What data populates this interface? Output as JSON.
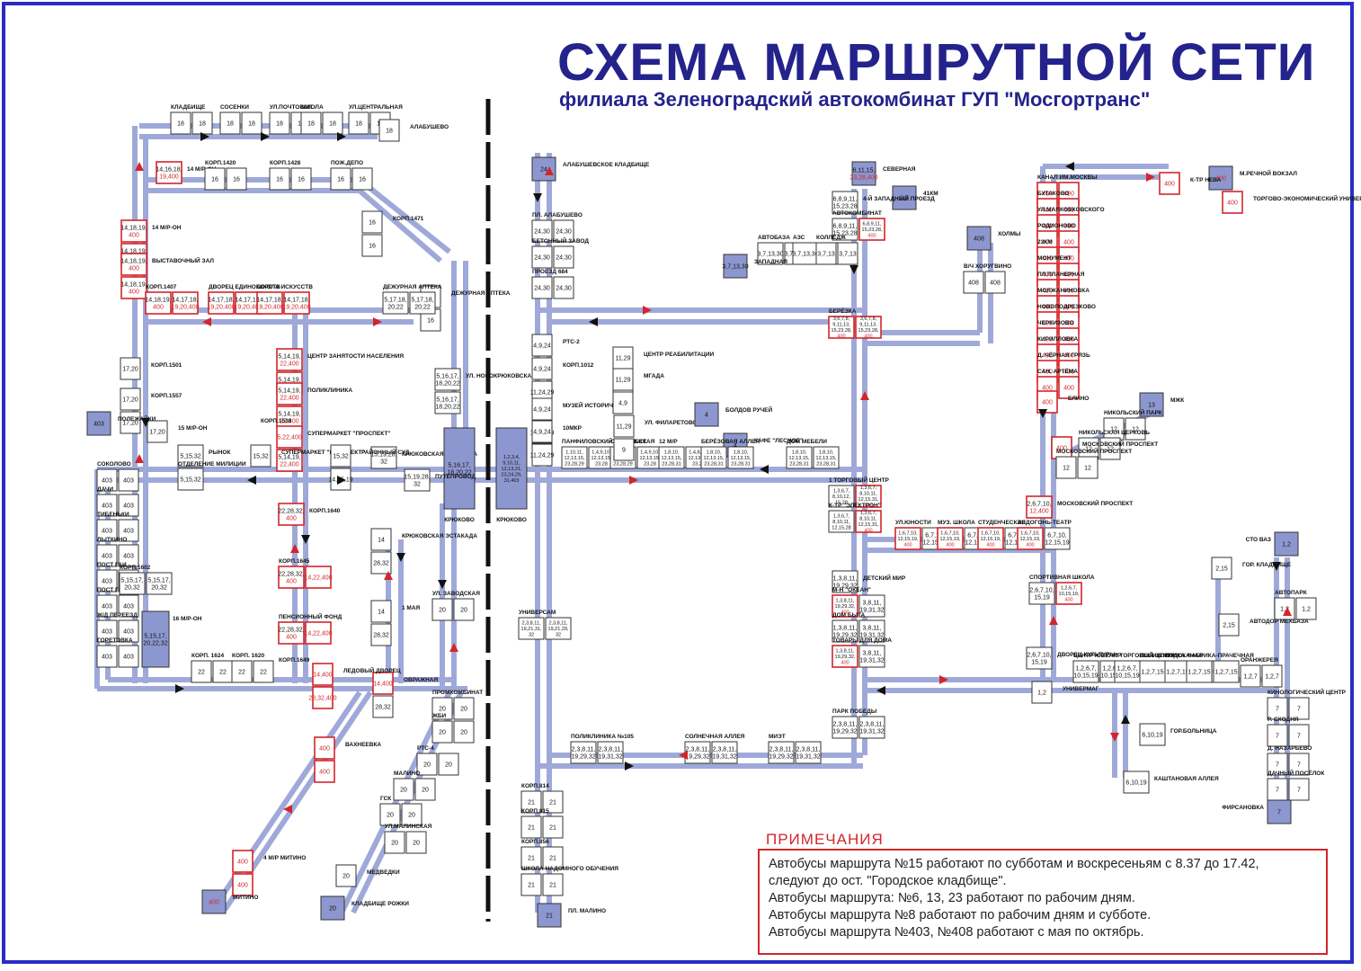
{
  "header": {
    "title": "СХЕМА МАРШРУТНОЙ СЕТИ",
    "subtitle": "филиала Зеленоградский автокомбинат ГУП \"Мосгортранс\""
  },
  "colors": {
    "route": "#9fa9d9",
    "accent": "#d2262b",
    "terminal": "#8d97cf",
    "text": "#24238c"
  },
  "stops": [
    {
      "name": "КЛАДБИЩЕ",
      "routes": [
        "18",
        "18"
      ]
    },
    {
      "name": "СОСЕНКИ",
      "routes": [
        "18",
        "18"
      ]
    },
    {
      "name": "УЛ.ПОЧТОВАЯ",
      "routes": [
        "18",
        "18"
      ]
    },
    {
      "name": "ШКОЛА",
      "routes": [
        "18",
        "18"
      ]
    },
    {
      "name": "УЛ.ЦЕНТРАЛЬНАЯ",
      "routes": [
        "18",
        "18"
      ]
    },
    {
      "name": "АЛАБУШЕВО",
      "routes": [
        "18"
      ],
      "terminal": true
    },
    {
      "name": "14 М/Р-ОН",
      "routes": [
        "14,16,18,19,400"
      ],
      "terminal": true
    },
    {
      "name": "КОРП.1420",
      "routes": [
        "16",
        "16"
      ]
    },
    {
      "name": "КОРП.1428",
      "routes": [
        "16",
        "16"
      ]
    },
    {
      "name": "ПОЖ.ДЕПО",
      "routes": [
        "16",
        "16"
      ]
    },
    {
      "name": "КОРП.1471",
      "routes": [
        "16",
        "16"
      ]
    },
    {
      "name": "14 М/Р-ОН",
      "routes": [
        "14,18,19,400",
        "14,18,19,400"
      ]
    },
    {
      "name": "ВЫСТАВОЧНЫЙ ЗАЛ",
      "routes": [
        "14,18,19,400",
        "14,18,19,400"
      ]
    },
    {
      "name": "ДЕЖУРНАЯ АПТЕКА",
      "routes": [
        "16",
        "16"
      ]
    },
    {
      "name": "КОРП.1407",
      "routes": [
        "14,18,19,400",
        "14,17,18,19,20,400"
      ]
    },
    {
      "name": "ДВОРЕЦ ЕДИНОБОРСТВ",
      "routes": [
        "14,17,18,19,20,400",
        "14,17,18,19,20,400"
      ]
    },
    {
      "name": "ШКОЛА ИСКУССТВ",
      "routes": [
        "14,17,18,19,20,400",
        "14,17,18,19,20,400"
      ]
    },
    {
      "name": "ДЕЖУРНАЯ АПТЕКА",
      "routes": [
        "5,17,18,20,22",
        "5,17,18,20,22"
      ]
    },
    {
      "name": "ЦЕНТР ЗАНЯТОСТИ НАСЕЛЕНИЯ",
      "routes": [
        "5,14,19,22,400",
        "5,14,19,22,400"
      ]
    },
    {
      "name": "УЛ. НОВОКРЮКОВСКАЯ",
      "routes": [
        "5,16,17,18,20,22",
        "5,16,17,18,20,22"
      ]
    },
    {
      "name": "КОРП.1501",
      "routes": [
        "17,20"
      ]
    },
    {
      "name": "ПОЛИКЛИНИКА",
      "routes": [
        "5,14,19,22,400",
        "5,14,19,22,400"
      ]
    },
    {
      "name": "КОРП.1557",
      "routes": [
        "17,20",
        "17,20"
      ]
    },
    {
      "name": "ПОЛЕЖАЙКИ",
      "routes": [
        "403"
      ],
      "terminal": true
    },
    {
      "name": "15 М/Р-ОН",
      "routes": [
        "17,20"
      ]
    },
    {
      "name": "СУПЕРМАРКЕТ \"ПРОСПЕКТ\"",
      "routes": [
        "5,22,400",
        "5,14,19,22,400"
      ]
    },
    {
      "name": "КОРП.1538",
      "routes": []
    },
    {
      "name": "РЫНОК",
      "routes": [
        "5,15,32",
        "5,15,32"
      ]
    },
    {
      "name": "КРЮКОВСКАЯ ЭСТАКАДА",
      "routes": [
        "15,19,28,32"
      ]
    },
    {
      "name": "КРЮКОВО",
      "routes": [
        "5,16,17,18,20,22"
      ],
      "terminal": true
    },
    {
      "name": "КРЮКОВО",
      "routes": [
        "1,2,3,4,9,10,11,12,13,21,23,24,29,31,403"
      ],
      "terminal": true
    },
    {
      "name": "СОКОЛОВО",
      "routes": [
        "403",
        "403"
      ]
    },
    {
      "name": "ОТДЕЛЕНИЕ МИЛИЦИИ",
      "routes": [
        "5,15,32"
      ]
    },
    {
      "name": "СУПЕРМАРКЕТ \"ПРОСПЕКТ\"",
      "routes": [
        "15,32"
      ]
    },
    {
      "name": "РАЙОННЫЙ СУД",
      "routes": [
        "15,32",
        "14,15,19"
      ]
    },
    {
      "name": "ПУТЕПРОВОД",
      "routes": [
        "15,19,28,32"
      ]
    },
    {
      "name": "ДАЧИ",
      "routes": [
        "403",
        "403"
      ]
    },
    {
      "name": "ТИБЕНЬКИ",
      "routes": [
        "403",
        "403"
      ]
    },
    {
      "name": "ЛЫТКИНО",
      "routes": [
        "403",
        "403"
      ]
    },
    {
      "name": "ПОСТ ГАИ",
      "routes": [
        "403",
        "403"
      ]
    },
    {
      "name": "ПОСТ ГАИ 2",
      "routes": [
        "403",
        "403"
      ]
    },
    {
      "name": "Ж/Д ПЕРЕЕЗД",
      "routes": [
        "403",
        "403"
      ]
    },
    {
      "name": "ГОРЕТОВКА",
      "routes": [
        "403",
        "403"
      ]
    },
    {
      "name": "КОРП.1640",
      "routes": [
        "22,28,32,400"
      ]
    },
    {
      "name": "КРЮКОВСКАЯ ЭСТАКАДА",
      "routes": [
        "14",
        "28,32"
      ]
    },
    {
      "name": "КОРП.1645",
      "routes": [
        "22,28,32,400",
        "14,22,400"
      ]
    },
    {
      "name": "1 МАЯ",
      "routes": [
        "14",
        "28,32"
      ]
    },
    {
      "name": "УЛ. ЗАВОДСКАЯ",
      "routes": [
        "20",
        "20"
      ]
    },
    {
      "name": "КОРП.1602",
      "routes": [
        "5,15,17,20,32",
        "5,15,17,20,32"
      ]
    },
    {
      "name": "16 М/Р-ОН",
      "routes": [
        "5,15,17,20,22,32"
      ],
      "terminal": true
    },
    {
      "name": "ПЕНСИОННЫЙ ФОНД",
      "routes": [
        "22,28,32,400",
        "14,22,400"
      ]
    },
    {
      "name": "КОРП.1649",
      "routes": []
    },
    {
      "name": "ОВРАЖНАЯ",
      "routes": [
        "14,400",
        "28,32"
      ]
    },
    {
      "name": "КОРП. 1624",
      "routes": [
        "22",
        "22"
      ]
    },
    {
      "name": "КОРП. 1620",
      "routes": [
        "22",
        "22"
      ]
    },
    {
      "name": "ЛЕДОВЫЙ ДВОРЕЦ",
      "routes": [
        "14,400",
        "28,32,400"
      ]
    },
    {
      "name": "ПРОМКОМБИНАТ",
      "routes": [
        "20",
        "20"
      ]
    },
    {
      "name": "ЖБИ",
      "routes": [
        "20",
        "20"
      ]
    },
    {
      "name": "ВАХНЕЕВКА",
      "routes": [
        "400",
        "400"
      ]
    },
    {
      "name": "РТС-4",
      "routes": [
        "20",
        "20"
      ]
    },
    {
      "name": "МАЛИНО",
      "routes": [
        "20",
        "20"
      ]
    },
    {
      "name": "ГСК",
      "routes": [
        "20",
        "20"
      ]
    },
    {
      "name": "УЛ.МАЛИНСКАЯ",
      "routes": [
        "20",
        "20"
      ]
    },
    {
      "name": "4 М/Р МИТИНО",
      "routes": [
        "400",
        "400"
      ]
    },
    {
      "name": "МЕДВЕДКИ",
      "routes": [
        "20"
      ]
    },
    {
      "name": "КЛАДБИЩЕ РОЖКИ",
      "routes": [
        "20",
        "20"
      ],
      "terminal": true
    },
    {
      "name": "МИТИНО",
      "routes": [
        "400"
      ],
      "terminal": true
    },
    {
      "name": "АЛАБУШЕВСКОЕ КЛАДБИЩЕ",
      "routes": [
        "24"
      ],
      "terminal": true
    },
    {
      "name": "ПЛ. АЛАБУШЕВО",
      "routes": [
        "24,30",
        "24,30"
      ]
    },
    {
      "name": "БЕТОННЫЙ ЗАВОД",
      "routes": [
        "24,30",
        "24,30"
      ]
    },
    {
      "name": "ПРОЕЗД 684",
      "routes": [
        "24,30",
        "24,30"
      ]
    },
    {
      "name": "РТС-2",
      "routes": [
        "4,9,24",
        "24"
      ]
    },
    {
      "name": "КОРП.1012",
      "routes": [
        "4,9,24",
        "11,24,29"
      ]
    },
    {
      "name": "МУЗЕЙ ИСТОРИЧЕСКИЙ",
      "routes": [
        "4,9,24",
        "11,24,29"
      ]
    },
    {
      "name": "10МКР",
      "routes": [
        "4,9,24",
        "11,24,29"
      ]
    },
    {
      "name": "ПАНФИЛОВСКИЙ ПРОСПЕКТ",
      "routes": [
        "1,10,11,12,13,15,23,28,29",
        "1,4,9,10,12,13,15,23,28"
      ]
    },
    {
      "name": "ОКТЯБРЬСКАЯ",
      "routes": [
        "1,10,11,12,13,15,23,28,29",
        "1,4,9,10,12,13,15,23,28"
      ]
    },
    {
      "name": "ЦЕНТР РЕАБИЛИТАЦИИ",
      "routes": [
        "11,29",
        "4,9"
      ]
    },
    {
      "name": "МГАДА",
      "routes": [
        "11,29",
        "4,9"
      ]
    },
    {
      "name": "УЛ. ФИЛАРЕТОВСКАЯ",
      "routes": [
        "11,29",
        "9"
      ]
    },
    {
      "name": "БОЛДОВ РУЧЕЙ",
      "routes": [
        "4"
      ]
    },
    {
      "name": "КАФЕ \"ЛЕСНОЕ\"",
      "routes": [
        "4"
      ]
    },
    {
      "name": "12 М/Р",
      "routes": [
        "1,8,10,12,13,15,23,28,31",
        "1,4,8,10,12,13,15,23,28"
      ]
    },
    {
      "name": "БЕРЁЗОВАЯ АЛЛЕЯ",
      "routes": [
        "1,8,10,12,13,15,23,28,31",
        "1,8,10,12,13,15,23,28,31"
      ]
    },
    {
      "name": "ДОМ МЕБЕЛИ",
      "routes": [
        "1,8,10,12,13,15,23,28,31",
        "1,8,10,12,13,15,23,28,31"
      ]
    },
    {
      "name": "УНИВЕРСАМ",
      "routes": [
        "2,3,8,11,19,21,31,32",
        "2,3,8,11,19,21,29,32"
      ]
    },
    {
      "name": "ПОЛИКЛИНИКА №105",
      "routes": [
        "2,3,8,11,19,29,32",
        "2,3,8,11,19,31,32"
      ]
    },
    {
      "name": "СОЛНЕЧНАЯ АЛЛЕЯ",
      "routes": [
        "2,3,8,11,19,29,32",
        "2,3,8,11,19,31,32"
      ]
    },
    {
      "name": "МИЭТ",
      "routes": [
        "2,3,8,11,19,29,32",
        "2,3,8,11,19,31,32"
      ]
    },
    {
      "name": "ПАРК ПОБЕДЫ",
      "routes": [
        "2,3,8,11,19,29,32",
        "2,3,8,11,19,31,32"
      ]
    },
    {
      "name": "КОРП.814",
      "routes": [
        "21",
        "21"
      ]
    },
    {
      "name": "КОРП.815",
      "routes": [
        "21",
        "21"
      ]
    },
    {
      "name": "КОРП.856",
      "routes": [
        "21",
        "21"
      ]
    },
    {
      "name": "ШКОЛА НАДОМНОГО ОБУЧЕНИЯ",
      "routes": [
        "21",
        "21"
      ]
    },
    {
      "name": "ПЛ. МАЛИНО",
      "routes": [
        "21"
      ],
      "terminal": true
    },
    {
      "name": "СЕВЕРНАЯ",
      "routes": [
        "6,11,15,23,28,400"
      ],
      "terminal": true
    },
    {
      "name": "41КМ",
      "routes": [
        "8,9"
      ],
      "terminal": true
    },
    {
      "name": "4-Й ЗАПАДНЫЙ ПРОЕЗД",
      "routes": [
        "6,8,9,11,15,23,28"
      ]
    },
    {
      "name": "АВТОКОМБИНАТ",
      "routes": [
        "6,8,9,11,15,23,28",
        "6,8,9,11,15,23,28,400"
      ]
    },
    {
      "name": "АВТОБАЗА",
      "routes": [
        "3,7,13,30",
        "3,7,13,30"
      ]
    },
    {
      "name": "АЗС",
      "routes": [
        "3,7,13,30",
        "3,7,13,30"
      ]
    },
    {
      "name": "КОЛЛЕДЖ",
      "routes": [
        "3,7,13",
        "3,7,13"
      ]
    },
    {
      "name": "ЗАПАДНАЯ",
      "routes": [
        "3,7,13,30"
      ],
      "terminal": true
    },
    {
      "name": "ХОЛМЫ",
      "routes": [
        "408"
      ],
      "terminal": true
    },
    {
      "name": "В/Ч ХОРУГВИНО",
      "routes": [
        "408",
        "408"
      ]
    },
    {
      "name": "БЕРЁЗКА",
      "routes": [
        "3,6,7,8,9,11,13,15,23,28,400",
        "3,6,7,8,9,11,13,15,23,28,400"
      ]
    },
    {
      "name": "1 ТОРГОВЫЙ ЦЕНТР",
      "routes": [
        "1,3,6,7,8,10,12,15,28",
        "1,3,6,7,8,10,11,12,15,31,400"
      ]
    },
    {
      "name": "К-ТР \"ЭЛЕКТРОН\"",
      "routes": [
        "1,3,6,7,8,10,11,12,15,28",
        "1,3,6,7,8,10,11,12,15,31,400"
      ]
    },
    {
      "name": "УЛ.ЮНОСТИ",
      "routes": [
        "1,6,7,10,12,15,19,400",
        "6,7,10,12,15,19"
      ]
    },
    {
      "name": "МУЗ. ШКОЛА",
      "routes": [
        "1,6,7,10,12,15,19,400",
        "6,7,10,12,15,19"
      ]
    },
    {
      "name": "СТУДЕНЧЕСКАЯ",
      "routes": [
        "1,6,7,10,12,15,19,400",
        "6,7,10,12,15,19"
      ]
    },
    {
      "name": "ВЕДОГОНЬ-ТЕАТР",
      "routes": [
        "1,6,7,10,12,15,19,400",
        "6,7,10,12,15,19"
      ]
    },
    {
      "name": "ДЕТСКИЙ МИР",
      "routes": [
        "1,3,8,11,19,29,32"
      ]
    },
    {
      "name": "М-Н \"ОКЕАН\"",
      "routes": [
        "1,3,8,11,19,29,32,400",
        "3,8,11,19,31,32"
      ]
    },
    {
      "name": "ДОМ БЫТА",
      "routes": [
        "1,3,8,11,19,29,32",
        "3,8,11,19,31,32"
      ]
    },
    {
      "name": "ТОВАРЫ ДЛЯ ДОМА",
      "routes": [
        "1,3,8,11,19,29,32,400",
        "3,8,11,19,31,32"
      ]
    },
    {
      "name": "М.РЕЧНОЙ ВОКЗАЛ",
      "routes": [
        "400"
      ],
      "terminal": true
    },
    {
      "name": "ТОРГОВО-ЭКОНОМИЧЕСКИЙ УНИВЕРСИТЕТ",
      "routes": [
        "400"
      ]
    },
    {
      "name": "К-ТР НЕВА",
      "routes": [
        "400"
      ]
    },
    {
      "name": "КАНАЛ ИМ.МОСКВЫ",
      "routes": [
        "400",
        "400"
      ]
    },
    {
      "name": "БУТАКОВО",
      "routes": [
        "400",
        "400"
      ]
    },
    {
      "name": "УЛ.МАЯКОВКОВСКОГО",
      "routes": [
        "400",
        "400"
      ]
    },
    {
      "name": "РОДИОНОВО",
      "routes": [
        "400",
        "400"
      ]
    },
    {
      "name": "23КМ",
      "routes": [
        "400",
        "400"
      ]
    },
    {
      "name": "МОНУМЕНТ",
      "routes": [
        "400",
        "400"
      ]
    },
    {
      "name": "ПЛ.ПЛАНЕРНАЯ",
      "routes": [
        "400",
        "400"
      ]
    },
    {
      "name": "МОЛЖАНИНОВКА",
      "routes": [
        "400",
        "400"
      ]
    },
    {
      "name": "НОВОПОДРЕЗКОВО",
      "routes": [
        "400",
        "400"
      ]
    },
    {
      "name": "ЧЕРКИЗОВО",
      "routes": [
        "400",
        "400"
      ]
    },
    {
      "name": "КИРИЛЛОВКА",
      "routes": [
        "400",
        "400"
      ]
    },
    {
      "name": "Д. ЧЁРНАЯ ГРЯЗЬ",
      "routes": [
        "400",
        "400"
      ]
    },
    {
      "name": "САН. АРТЁМА",
      "routes": [
        "400",
        "400"
      ]
    },
    {
      "name": "ЕЛИНО",
      "routes": [
        "400"
      ]
    },
    {
      "name": "МЖК",
      "routes": [
        "13"
      ],
      "terminal": true
    },
    {
      "name": "НИКОЛЬСКИЙ ПАРК",
      "routes": [
        "12",
        "12"
      ]
    },
    {
      "name": "НИКОЛЬСКАЯ ЦЕРКОВЬ",
      "routes": [
        "12",
        "12"
      ]
    },
    {
      "name": "МОСКОВСКИЙ ПРОСПЕКТ",
      "routes": [
        "400"
      ]
    },
    {
      "name": "МОСКОВСКИЙ ПРОСПЕКТ",
      "routes": [
        "12",
        "12"
      ]
    },
    {
      "name": "МОСКОВСКИЙ ПРОСПЕКТ",
      "routes": [
        "2,6,7,10,12,400"
      ]
    },
    {
      "name": "СТО ВАЗ",
      "routes": [
        "1,2"
      ],
      "terminal": true
    },
    {
      "name": "ГОР. КЛАДБИЩЕ",
      "routes": [
        "2,15"
      ]
    },
    {
      "name": "АВТОПАРК",
      "routes": [
        "1,2",
        "1,2"
      ]
    },
    {
      "name": "АВТОДОР МЕХБАЗА",
      "routes": [
        "2,15"
      ]
    },
    {
      "name": "СПОРТИВНАЯ ШКОЛА",
      "routes": [
        "2,6,7,10,15,19",
        "1,2,6,7,10,15,19,400"
      ]
    },
    {
      "name": "ДВОРЕЦ КУЛЬТУРЫ",
      "routes": [
        "2,6,7,10,15,19"
      ]
    },
    {
      "name": "УНИВЕРМАГ",
      "routes": [
        "1,2"
      ]
    },
    {
      "name": "ЦЕНТР ЮВЕЛИР",
      "routes": [
        "1,2,6,7,10,15,19",
        "1,2,6,7,10,15,19"
      ]
    },
    {
      "name": "7 ТОРГОВЫЙ ЦЕНТР",
      "routes": [
        "1,2,6,7,10,15,19",
        "1,2,7,15"
      ]
    },
    {
      "name": "ПОЛИКЛИНИКА",
      "routes": [
        "1,2,7,15",
        "1,2,7,15"
      ]
    },
    {
      "name": "ВОДОКАНАЛ",
      "routes": [
        "1,2,7,15",
        "1,2,7,15"
      ]
    },
    {
      "name": "ФАБРИКА-ПРАЧЕЧНАЯ",
      "routes": [
        "1,2,7,15",
        "1,2,7,15"
      ]
    },
    {
      "name": "ОРАНЖЕРЕЯ",
      "routes": [
        "1,2,7",
        "1,2,7"
      ]
    },
    {
      "name": "КИНОЛОГИЧЕСКИЙ ЦЕНТР",
      "routes": [
        "7",
        "7"
      ]
    },
    {
      "name": "Р. СХОДНЯ",
      "routes": [
        "7",
        "7"
      ]
    },
    {
      "name": "ГОР.БОЛЬНИЦА",
      "routes": [
        "6,10,19"
      ]
    },
    {
      "name": "КАШТАНОВАЯ АЛЛЕЯ",
      "routes": [
        "6,10,19"
      ]
    },
    {
      "name": "Д. НАЗАРЬЕВО",
      "routes": [
        "7",
        "7"
      ]
    },
    {
      "name": "ДАЧНЫЙ ПОСЁЛОК",
      "routes": [
        "7",
        "7"
      ]
    },
    {
      "name": "ФИРСАНОВКА",
      "routes": [
        "7"
      ],
      "terminal": true
    }
  ],
  "notes": {
    "title": "ПРИМЕЧАНИЯ",
    "lines": [
      "Автобусы маршрута №15 работают  по субботам и воскресеньям с 8.37 до 17.42,",
      "следуют до ост. \"Городское кладбище\".",
      "Автобусы маршрута: №6, 13, 23 работают по рабочим дням.",
      "Автобусы маршрута №8 работают по рабочим дням и субботе.",
      "Автобусы маршрута №403, №408 работают с мая по октябрь."
    ]
  }
}
